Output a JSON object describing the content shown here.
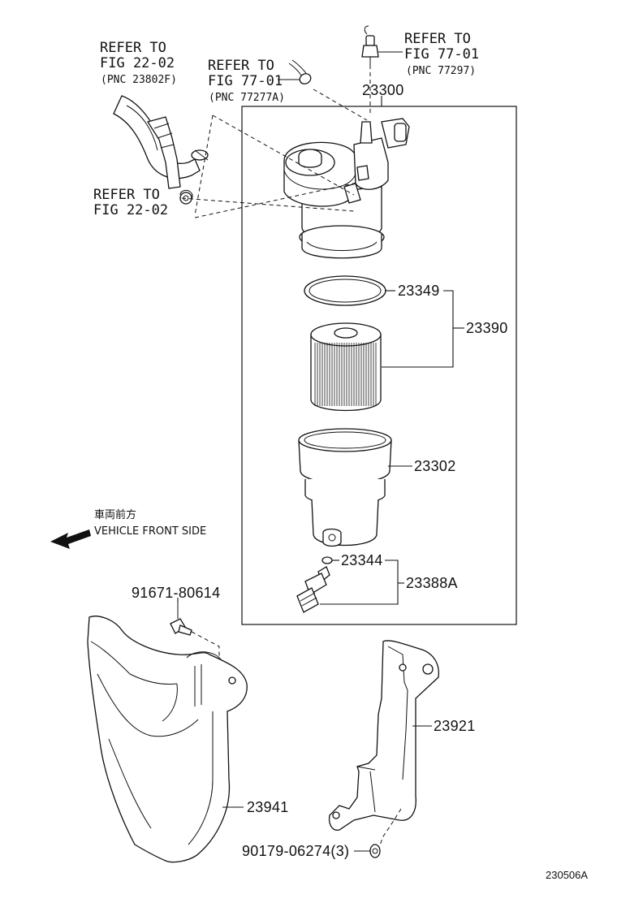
{
  "references": [
    {
      "id": "ref-fig-22-02-pnc-23802f",
      "line1": "REFER TO",
      "line2": "FIG 22-02",
      "pnc": "(PNC 23802F)"
    },
    {
      "id": "ref-fig-77-01-pnc-77277a",
      "line1": "REFER TO",
      "line2": "FIG 77-01",
      "pnc": "(PNC 77277A)"
    },
    {
      "id": "ref-fig-77-01-pnc-77297",
      "line1": "REFER TO",
      "line2": "FIG 77-01",
      "pnc": "(PNC 77297)"
    },
    {
      "id": "ref-fig-22-02",
      "line1": "REFER TO",
      "line2": "FIG 22-02"
    }
  ],
  "part_numbers": {
    "filter_assy": "23300",
    "o_ring": "23349",
    "element_kit": "23390",
    "case": "23302",
    "small_o_ring": "23344",
    "drain_plug_kit": "23388A",
    "bolt": "91671-80614",
    "protector": "23941",
    "bracket": "23921",
    "bracket_bolt": "90179-06274(3)"
  },
  "direction": {
    "japanese": "車両前方",
    "english": "VEHICLE FRONT SIDE"
  },
  "figure_id": "230506A"
}
